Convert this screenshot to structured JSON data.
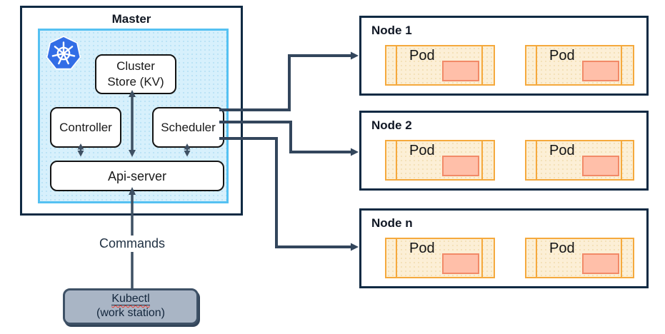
{
  "master": {
    "title": "Master",
    "logo_icon": "kubernetes-helm-wheel",
    "cluster_store": {
      "line1": "Cluster",
      "line2": "Store (KV)"
    },
    "controller": {
      "label": "Controller"
    },
    "scheduler": {
      "label": "Scheduler"
    },
    "api_server": {
      "label": "Api-server"
    }
  },
  "workstation": {
    "commands_label": "Commands",
    "kubectl": {
      "line1": "Kubectl",
      "line2": "(work station)"
    }
  },
  "nodes": [
    {
      "title": "Node 1",
      "pods": [
        "Pod",
        "Pod"
      ]
    },
    {
      "title": "Node 2",
      "pods": [
        "Pod",
        "Pod"
      ]
    },
    {
      "title": "Node n",
      "pods": [
        "Pod",
        "Pod"
      ]
    }
  ],
  "colors": {
    "outline_navy": "#102a43",
    "arrow": "#3e5063",
    "master_inner_fill": "#d7f0fc",
    "master_inner_border": "#55c1f2",
    "kubernetes_blue": "#326de6",
    "pod_border": "#f5a93d",
    "pod_fill": "#fcefd6",
    "container_fill": "#ffbfa9",
    "container_border": "#f28a68",
    "kubectl_fill": "#a9b5c5",
    "kubectl_border": "#3e5166",
    "spellcheck_red": "#e8392e"
  }
}
